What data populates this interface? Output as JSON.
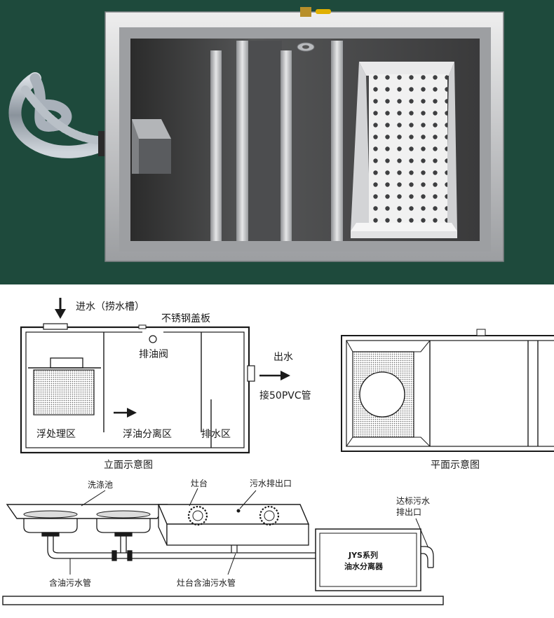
{
  "elevation": {
    "inlet_label": "进水（捞水槽）",
    "cover_label": "不锈钢盖板",
    "valve_label": "排油阀",
    "outlet_label": "出水",
    "pvc_label": "接50PVC管",
    "zone_float": "浮处理区",
    "zone_separation": "浮油分离区",
    "zone_drain": "排水区",
    "caption": "立面示意图"
  },
  "plan": {
    "caption": "平面示意图"
  },
  "install": {
    "sink_label": "洗涤池",
    "stove_label": "灶台",
    "sewage_outlet_label": "污水排出口",
    "standard_outlet_label_1": "达标污水",
    "standard_outlet_label_2": "排出口",
    "separator_label_1": "JYS系列",
    "separator_label_2": "油水分离器",
    "oily_pipe_label": "含油污水管",
    "stove_pipe_label": "灶台含油污水管"
  },
  "colors": {
    "background_green": "#1e4a3c",
    "steel": "#c9cacc",
    "line": "#1a1a1a"
  }
}
